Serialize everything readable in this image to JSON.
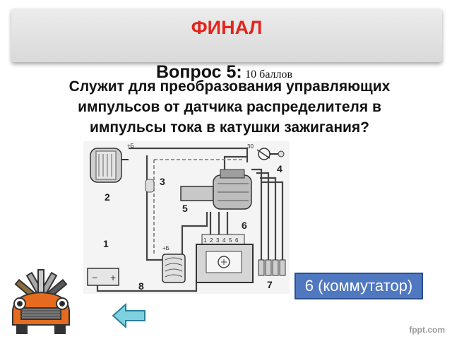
{
  "header": {
    "title": "ФИНАЛ"
  },
  "question": {
    "label": "Вопрос 5:",
    "points": "10 баллов",
    "lines": [
      "Служит для преобразования управляющих",
      "импульсов от датчика распределителя в",
      "импульсы тока в катушки зажигания?"
    ]
  },
  "diagram": {
    "callouts": [
      "1",
      "2",
      "3",
      "4",
      "5",
      "6",
      "7",
      "8"
    ],
    "terminal_b_top": "+Б",
    "terminal_b_coil": "+Б",
    "terminal_30": "30",
    "terminal_pins": [
      "1",
      "2",
      "3",
      "4",
      "5",
      "6"
    ],
    "battery_minus": "−",
    "battery_plus": "+"
  },
  "answer": {
    "text": "6 (коммутатор)"
  },
  "watermark": "fppt.com",
  "colors": {
    "title": "#e3241b",
    "answer_bg": "#4f78c0",
    "back_arrow": "#7fd1e0"
  },
  "icons": {
    "back": "arrow-left-icon",
    "mascot": "mechanic-car-icon"
  }
}
